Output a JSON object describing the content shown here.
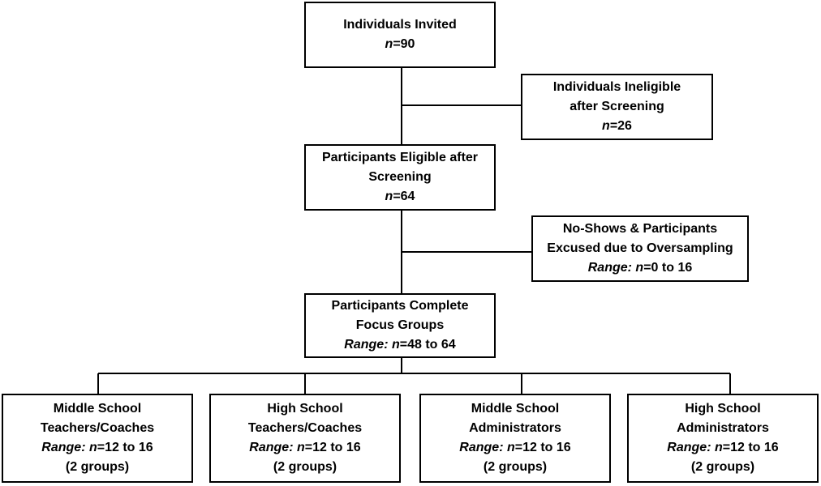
{
  "nodes": {
    "invited": {
      "title": "Individuals Invited",
      "n_label": "n",
      "n_value": "=90"
    },
    "ineligible": {
      "title_line1": "Individuals Ineligible",
      "title_line2": "after Screening",
      "n_label": "n",
      "n_value": "=26"
    },
    "eligible": {
      "title_line1": "Participants Eligible after",
      "title_line2": "Screening",
      "n_label": "n",
      "n_value": "=64"
    },
    "noshows": {
      "title_line1": "No-Shows & Participants",
      "title_line2": "Excused due to Oversampling",
      "range_label": "Range: n",
      "range_value": "=0 to 16"
    },
    "complete": {
      "title_line1": "Participants Complete",
      "title_line2": "Focus Groups",
      "range_label": "Range: n",
      "range_value": "=48 to 64"
    },
    "ms_teachers": {
      "title_line1": "Middle School",
      "title_line2": "Teachers/Coaches",
      "range_label": "Range: n",
      "range_value": "=12 to 16",
      "groups": "(2 groups)"
    },
    "hs_teachers": {
      "title_line1": "High School",
      "title_line2": "Teachers/Coaches",
      "range_label": "Range: n",
      "range_value": "=12 to 16",
      "groups": "(2 groups)"
    },
    "ms_admin": {
      "title_line1": "Middle School",
      "title_line2": "Administrators",
      "range_label": "Range: n",
      "range_value": "=12 to 16",
      "groups": "(2 groups)"
    },
    "hs_admin": {
      "title_line1": "High School",
      "title_line2": "Administrators",
      "range_label": "Range: n",
      "range_value": "=12 to 16",
      "groups": "(2 groups)"
    }
  },
  "style": {
    "line_color": "#000000",
    "box_border_color": "#000000",
    "background_color": "#ffffff"
  }
}
